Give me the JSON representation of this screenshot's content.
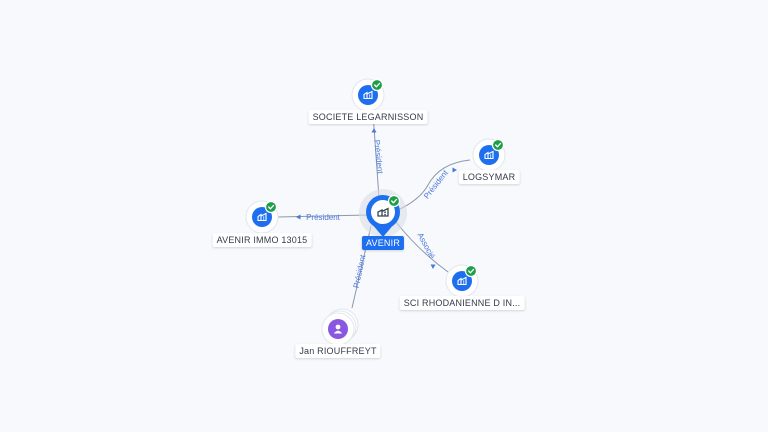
{
  "colors": {
    "company": "#1e6ff0",
    "person": "#8a58e0",
    "check": "#1f9e49",
    "edge": "#8c98ad",
    "edge_label": "#4a78d9",
    "center_label_bg": "#1e6ff0"
  },
  "graph": {
    "center": {
      "id": "avenir",
      "label": "AVENIR",
      "icon": "building-icon",
      "verified": true
    },
    "nodes": [
      {
        "id": "legarnisson",
        "label": "SOCIETE LEGARNISSON",
        "kind": "company",
        "icon": "building-icon",
        "verified": true
      },
      {
        "id": "logsymar",
        "label": "LOGSYMAR",
        "kind": "company",
        "icon": "building-icon",
        "verified": true
      },
      {
        "id": "avenir-immo",
        "label": "AVENIR IMMO 13015",
        "kind": "company",
        "icon": "building-icon",
        "verified": true
      },
      {
        "id": "sci-rhodanienne",
        "label": "SCI RHODANIENNE D IN...",
        "kind": "company",
        "icon": "building-icon",
        "verified": true
      },
      {
        "id": "jan",
        "label": "Jan RIOUFFREYT",
        "kind": "person",
        "icon": "person-icon",
        "verified": false
      }
    ],
    "edges": [
      {
        "to": "legarnisson",
        "label": "Président"
      },
      {
        "to": "logsymar",
        "label": "Président"
      },
      {
        "to": "avenir-immo",
        "label": "Président"
      },
      {
        "to": "sci-rhodanienne",
        "label": "Associé"
      },
      {
        "to": "jan",
        "label": "Président"
      }
    ]
  }
}
